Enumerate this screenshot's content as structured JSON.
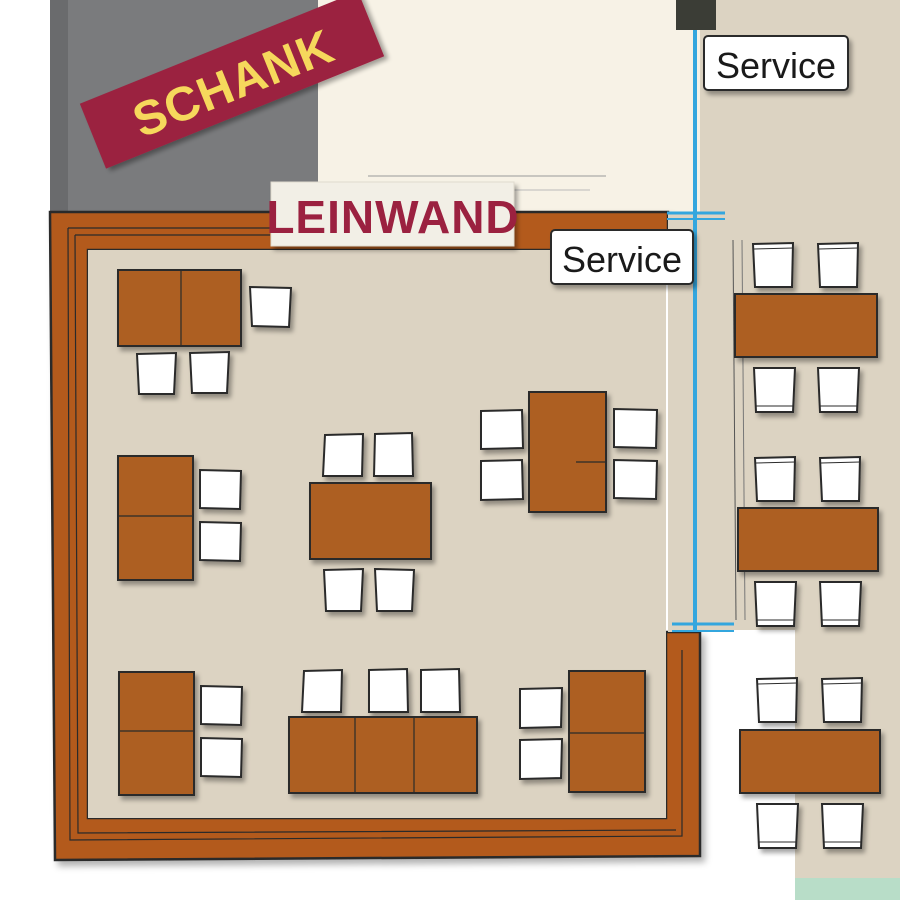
{
  "labels": {
    "bar": "SCHANK",
    "screen": "LEINWAND",
    "service_top": "Service",
    "service_middle": "Service"
  },
  "colors": {
    "floor": "#dcd3c2",
    "wall": "#b35a1f",
    "table": "#ad5f23",
    "bar_sign": "#9b2140",
    "bar_sign_text": "#f6d85c",
    "screen_text": "#9b2140",
    "service_line": "#33a6de",
    "dark_gray": "#7a7b7d",
    "cream": "#f7f2e6",
    "mint": "#b8ddc8"
  }
}
